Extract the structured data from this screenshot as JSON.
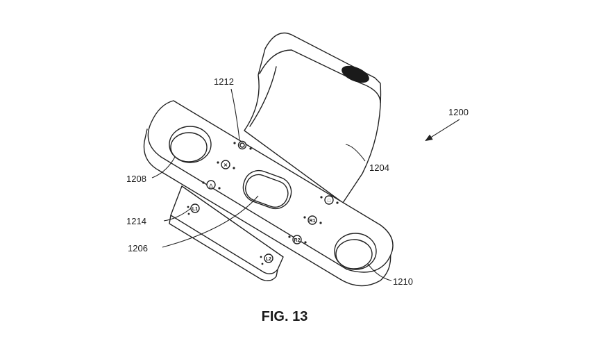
{
  "figure": {
    "caption": "FIG. 13",
    "reference_numerals": {
      "device": "1200",
      "band": "1204",
      "center_grip": "1206",
      "left_stick": "1208",
      "right_stick": "1210",
      "top_button": "1212",
      "side_button": "1214"
    },
    "button_glyphs": {
      "cross": "✕",
      "triangle": "△",
      "square": "□",
      "l1": "L1",
      "l2": "L2",
      "r1": "R1",
      "r2": "R2"
    },
    "colors": {
      "ink": "#222222",
      "background": "#ffffff"
    }
  }
}
